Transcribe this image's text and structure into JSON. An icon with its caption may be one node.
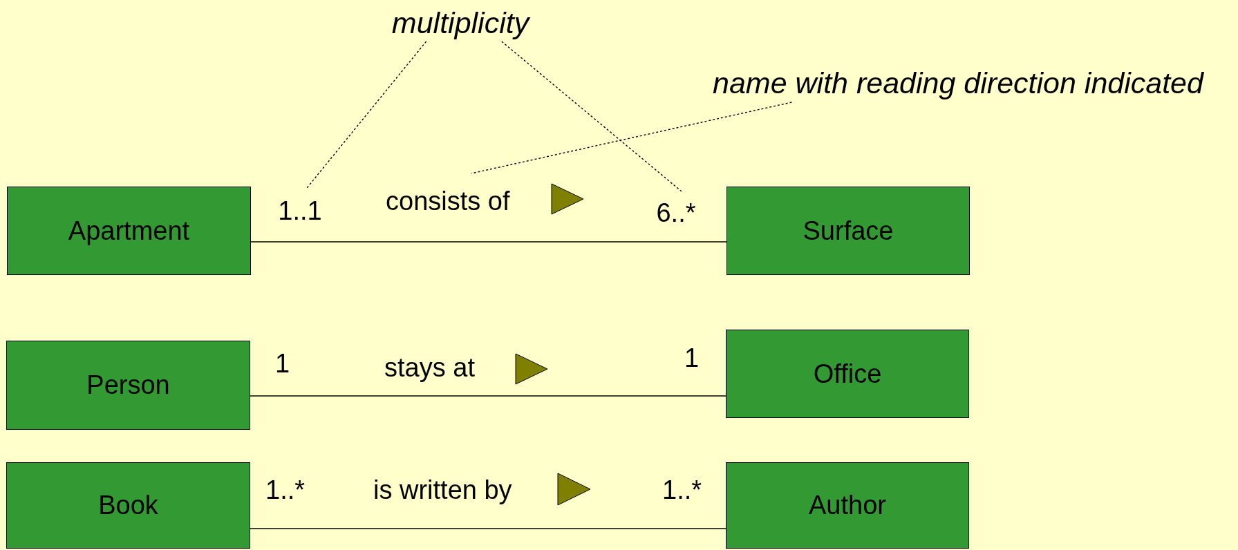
{
  "diagram": {
    "nodes": [
      {
        "text": [
          "multiplicity"
        ]
      },
      {
        "text": [
          "name with reading direction indicated"
        ]
      },
      {
        "text": [
          "Apartment"
        ]
      },
      {
        "text": [
          "1..1"
        ]
      },
      {
        "text": [
          "6..*"
        ]
      },
      {
        "text": [
          "Surface"
        ]
      },
      {
        "text": [
          "Person"
        ]
      },
      {
        "text": [
          "Office"
        ]
      },
      {
        "text": [
          "Book"
        ]
      },
      {
        "text": [
          "Author"
        ]
      }
    ],
    "edges": [
      {
        "from": 2,
        "to": 5,
        "arrow": "none",
        "label": "consists of"
      },
      {
        "from": 0,
        "to": 3,
        "arrow": "none",
        "style": "dashed"
      },
      {
        "from": 0,
        "to": 4,
        "arrow": "none",
        "style": "dashed"
      },
      {
        "from": 1,
        "to": null,
        "arrow": "none",
        "style": "dashed"
      },
      {
        "from": 6,
        "to": 7,
        "arrow": "none",
        "label": "stays at"
      },
      {
        "from": 8,
        "to": 9,
        "arrow": "none",
        "label": "is written by"
      }
    ],
    "labels": [
      "1",
      "1",
      "1..*",
      "1..*"
    ]
  }
}
